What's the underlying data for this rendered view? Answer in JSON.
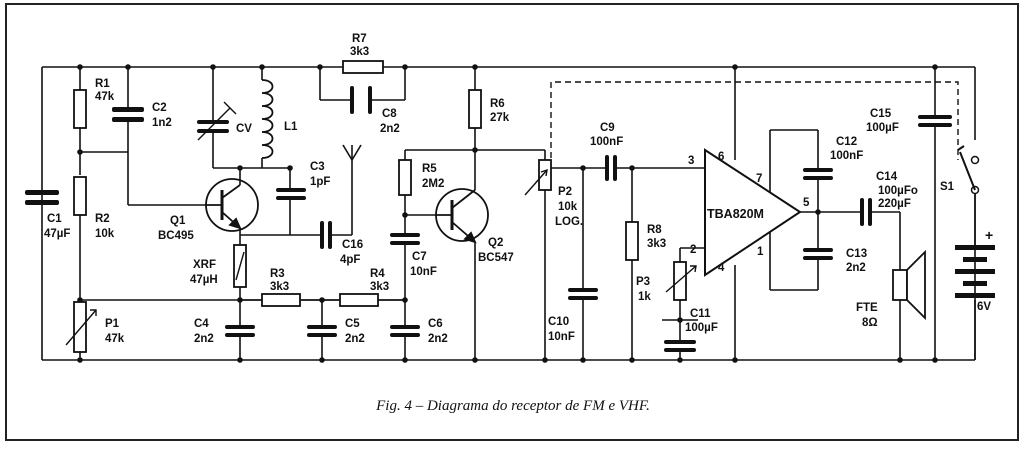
{
  "caption": "Fig. 4 – Diagrama do receptor de FM e VHF.",
  "components": {
    "r1": {
      "ref": "R1",
      "value": "47k"
    },
    "r2": {
      "ref": "R2",
      "value": "10k"
    },
    "r3": {
      "ref": "R3",
      "value": "3k3"
    },
    "r4": {
      "ref": "R4",
      "value": "3k3"
    },
    "r5": {
      "ref": "R5",
      "value": "2M2"
    },
    "r6": {
      "ref": "R6",
      "value": "27k"
    },
    "r7": {
      "ref": "R7",
      "value": "3k3"
    },
    "r8": {
      "ref": "R8",
      "value": "3k3"
    },
    "p1": {
      "ref": "P1",
      "value": "47k"
    },
    "p2": {
      "ref": "P2",
      "value": "10k",
      "note": "LOG."
    },
    "p3": {
      "ref": "P3",
      "value": "1k"
    },
    "c1": {
      "ref": "C1",
      "value": "47µF"
    },
    "c2": {
      "ref": "C2",
      "value": "1n2"
    },
    "c3": {
      "ref": "C3",
      "value": "1pF"
    },
    "c4": {
      "ref": "C4",
      "value": "2n2"
    },
    "c5": {
      "ref": "C5",
      "value": "2n2"
    },
    "c6": {
      "ref": "C6",
      "value": "2n2"
    },
    "c7": {
      "ref": "C7",
      "value": "10nF"
    },
    "c8": {
      "ref": "C8",
      "value": "2n2"
    },
    "c9": {
      "ref": "C9",
      "value": "100nF"
    },
    "c10": {
      "ref": "C10",
      "value": "10nF"
    },
    "c11": {
      "ref": "C11",
      "value": "100µF"
    },
    "c12": {
      "ref": "C12",
      "value": "100nF"
    },
    "c13": {
      "ref": "C13",
      "value": "2n2"
    },
    "c14": {
      "ref": "C14",
      "value": "100µFo",
      "value2": "220µF"
    },
    "c15": {
      "ref": "C15",
      "value": "100µF"
    },
    "c16": {
      "ref": "C16",
      "value": "4pF"
    },
    "cv": {
      "ref": "CV"
    },
    "l1": {
      "ref": "L1"
    },
    "xrf": {
      "ref": "XRF",
      "value": "47µH"
    },
    "q1": {
      "ref": "Q1",
      "value": "BC495"
    },
    "q2": {
      "ref": "Q2",
      "value": "BC547"
    },
    "ic": {
      "ref": "TBA820M",
      "pins": [
        "3",
        "6",
        "7",
        "5",
        "2",
        "4",
        "1"
      ]
    },
    "s1": {
      "ref": "S1"
    },
    "battery": {
      "polarity": "+",
      "value": "6V"
    },
    "speaker": {
      "ref": "FTE",
      "value": "8Ω"
    }
  }
}
